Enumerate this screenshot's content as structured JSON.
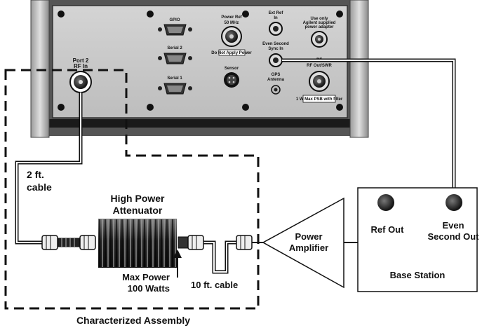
{
  "instrument": {
    "gpio_label": "GPIO",
    "serial2_label": "Serial 2",
    "serial1_label": "Serial 1",
    "power_ref_label_1": "Power Ref",
    "power_ref_label_2": "50 MHz",
    "power_ref_warning": "Do Not Apply Power",
    "sensor_label": "Sensor",
    "ext_ref_label_1": "Ext Ref",
    "ext_ref_label_2": "In",
    "even_second_label_1": "Even Second",
    "even_second_label_2": "Sync In",
    "gps_label_1": "GPS",
    "gps_label_2": "Antenna",
    "use_only_label_1": "Use only",
    "use_only_label_2": "Agilent supplied",
    "use_only_label_3": "power adapter",
    "rf_out_label_1": "RF",
    "rf_out_label_2": "RF Out/SWR",
    "rf_out_warning": "1 W Max PSB with filter",
    "port2_label_1": "Port 2",
    "port2_label_2": "RF In"
  },
  "labels": {
    "cable_2ft_1": "2 ft.",
    "cable_2ft_2": "cable",
    "attenuator_1": "High Power",
    "attenuator_2": "Attenuator",
    "max_power_1": "Max Power",
    "max_power_2": "100 Watts",
    "cable_10ft": "10 ft. cable",
    "amplifier_1": "Power",
    "amplifier_2": "Amplifier",
    "ref_out": "Ref Out",
    "even_out_1": "Even",
    "even_out_2": "Second Out",
    "base_station": "Base Station",
    "characterized_assembly": "Characterized Assembly"
  }
}
